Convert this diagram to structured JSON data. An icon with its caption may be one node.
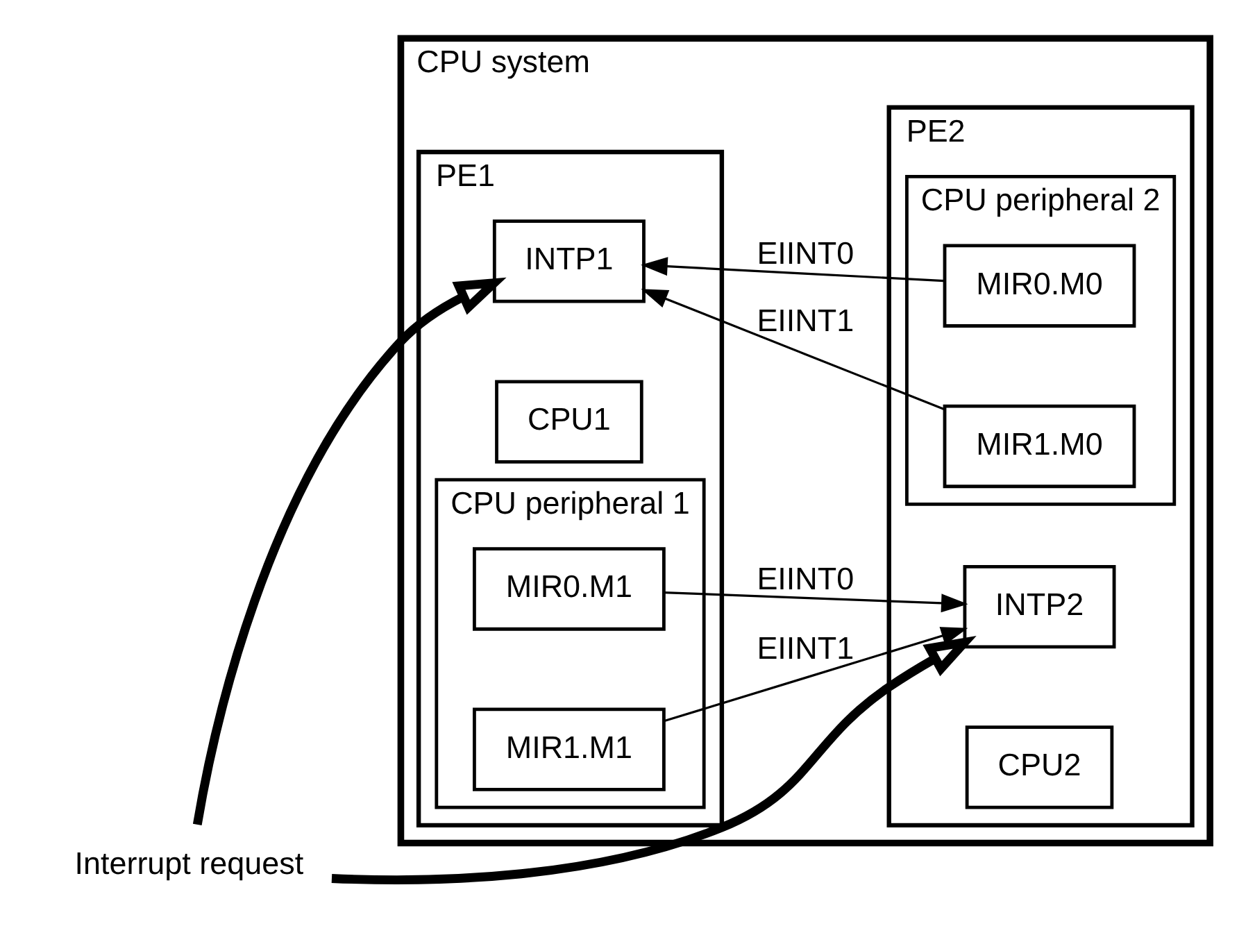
{
  "diagram": {
    "nodes": [
      {
        "text": [
          "CPU system"
        ]
      },
      {
        "text": [
          "PE1"
        ],
        "in": 0
      },
      {
        "text": [
          "CPU1"
        ],
        "in": 1
      },
      {
        "text": [
          "INTP1"
        ],
        "in": 1
      },
      {
        "text": [
          "CPU peripheral 1"
        ],
        "in": 1
      },
      {
        "text": [
          "MIR1.M1"
        ],
        "in": 4
      },
      {
        "text": [
          "MIR0.M1"
        ],
        "in": 4
      },
      {
        "text": [
          "PE2"
        ],
        "in": 0
      },
      {
        "text": [
          "INTP2"
        ],
        "in": 7
      },
      {
        "text": [
          "CPU2"
        ],
        "in": 7
      },
      {
        "text": [
          "CPU peripheral 2"
        ],
        "in": 7
      },
      {
        "text": [
          "MIR1.M0"
        ],
        "in": 10
      },
      {
        "text": [
          "MIR0.M0"
        ],
        "in": 10
      },
      {
        "text": [
          "Interrupt request"
        ]
      }
    ],
    "edges": [
      {
        "from": 13,
        "to": 3,
        "arrow": "to",
        "style": "thick"
      },
      {
        "from": 13,
        "to": 8,
        "arrow": "to",
        "style": "thick"
      },
      {
        "from": 5,
        "to": 8,
        "arrow": "to",
        "label": "EIINT1"
      },
      {
        "from": 6,
        "to": 8,
        "arrow": "to",
        "label": "EIINT0"
      },
      {
        "from": 11,
        "to": 3,
        "arrow": "to",
        "label": "EIINT1"
      },
      {
        "from": 12,
        "to": 3,
        "arrow": "to",
        "label": "EIINT0"
      }
    ]
  }
}
